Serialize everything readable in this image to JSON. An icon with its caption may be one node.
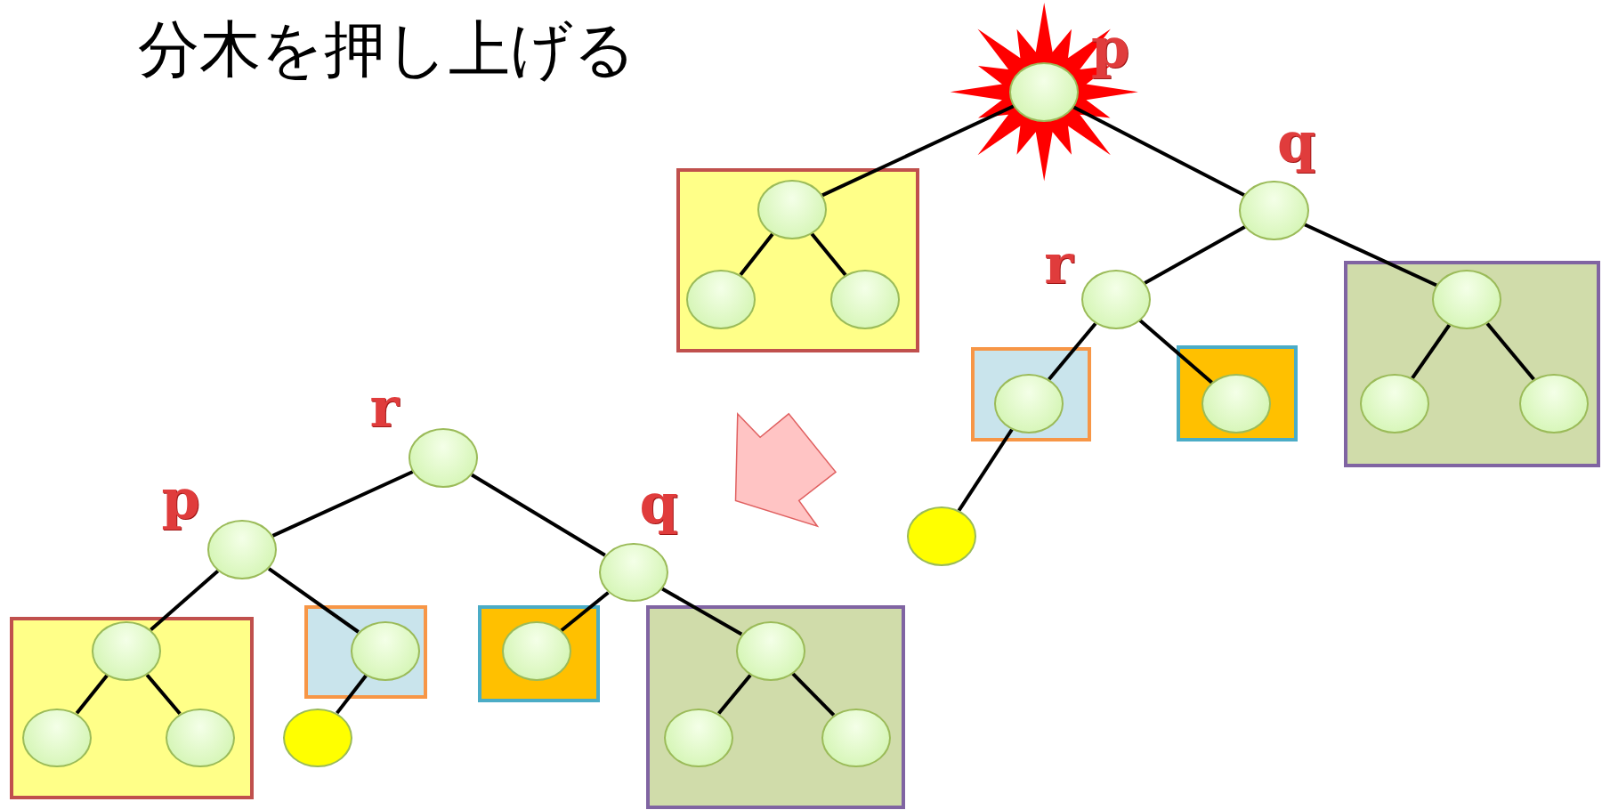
{
  "diagram": {
    "title": "分木を押し上げる",
    "nodes": [
      {
        "text": [],
        "shape": "circle",
        "beside": [
          "p"
        ]
      },
      {
        "text": [],
        "shape": "box"
      },
      {
        "text": [],
        "shape": "circle",
        "in": 1
      },
      {
        "text": [],
        "shape": "circle",
        "in": 1
      },
      {
        "text": [],
        "shape": "circle",
        "in": 1
      },
      {
        "text": [],
        "shape": "circle",
        "beside": [
          "q"
        ]
      },
      {
        "text": [],
        "shape": "circle",
        "beside": [
          "r"
        ]
      },
      {
        "text": [],
        "shape": "box"
      },
      {
        "text": [],
        "shape": "circle",
        "in": 7
      },
      {
        "text": [],
        "shape": "circle"
      },
      {
        "text": [],
        "shape": "box"
      },
      {
        "text": [],
        "shape": "circle",
        "in": 10
      },
      {
        "text": [],
        "shape": "box"
      },
      {
        "text": [],
        "shape": "circle",
        "in": 12
      },
      {
        "text": [],
        "shape": "circle",
        "in": 12
      },
      {
        "text": [],
        "shape": "circle",
        "in": 12
      },
      {
        "text": [],
        "shape": "circle",
        "beside": [
          "r"
        ]
      },
      {
        "text": [],
        "shape": "circle",
        "beside": [
          "p"
        ]
      },
      {
        "text": [],
        "shape": "circle",
        "beside": [
          "q"
        ]
      },
      {
        "text": [],
        "shape": "box"
      },
      {
        "text": [],
        "shape": "circle",
        "in": 19
      },
      {
        "text": [],
        "shape": "circle",
        "in": 19
      },
      {
        "text": [],
        "shape": "circle",
        "in": 19
      },
      {
        "text": [],
        "shape": "box"
      },
      {
        "text": [],
        "shape": "circle",
        "in": 23
      },
      {
        "text": [],
        "shape": "circle"
      },
      {
        "text": [],
        "shape": "box"
      },
      {
        "text": [],
        "shape": "circle",
        "in": 26
      },
      {
        "text": [],
        "shape": "box"
      },
      {
        "text": [],
        "shape": "circle",
        "in": 28
      },
      {
        "text": [],
        "shape": "circle",
        "in": 28
      },
      {
        "text": [],
        "shape": "circle",
        "in": 28
      }
    ],
    "edges": [
      {
        "from": 0,
        "to": 2,
        "arrow": "none"
      },
      {
        "from": 0,
        "to": 5,
        "arrow": "none"
      },
      {
        "from": 2,
        "to": 3,
        "arrow": "none"
      },
      {
        "from": 2,
        "to": 4,
        "arrow": "none"
      },
      {
        "from": 5,
        "to": 6,
        "arrow": "none"
      },
      {
        "from": 5,
        "to": 13,
        "arrow": "none"
      },
      {
        "from": 6,
        "to": 8,
        "arrow": "none"
      },
      {
        "from": 6,
        "to": 11,
        "arrow": "none"
      },
      {
        "from": 8,
        "to": 9,
        "arrow": "none"
      },
      {
        "from": 13,
        "to": 14,
        "arrow": "none"
      },
      {
        "from": 13,
        "to": 15,
        "arrow": "none"
      },
      {
        "from": 16,
        "to": 17,
        "arrow": "none"
      },
      {
        "from": 16,
        "to": 18,
        "arrow": "none"
      },
      {
        "from": 17,
        "to": 20,
        "arrow": "none"
      },
      {
        "from": 17,
        "to": 24,
        "arrow": "none"
      },
      {
        "from": 20,
        "to": 21,
        "arrow": "none"
      },
      {
        "from": 20,
        "to": 22,
        "arrow": "none"
      },
      {
        "from": 24,
        "to": 25,
        "arrow": "none"
      },
      {
        "from": 18,
        "to": 27,
        "arrow": "none"
      },
      {
        "from": 18,
        "to": 29,
        "arrow": "none"
      },
      {
        "from": 29,
        "to": 30,
        "arrow": "none"
      },
      {
        "from": 29,
        "to": 31,
        "arrow": "none"
      }
    ]
  }
}
